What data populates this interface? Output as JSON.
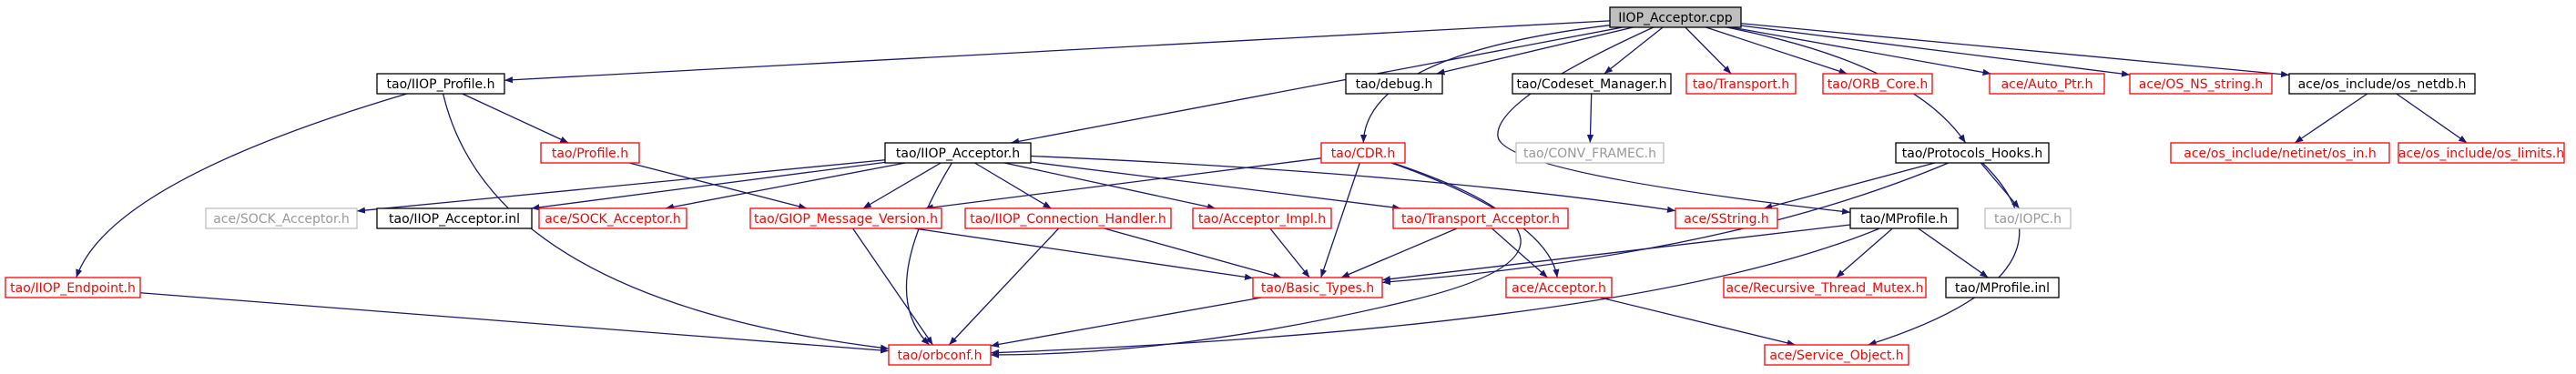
{
  "diagram": {
    "kind": "include-dependency-graph",
    "root": "IIOP_Acceptor.cpp",
    "colors": {
      "edge": "#191970",
      "root_fill": "#bfbfbf",
      "documented_border": "#000000",
      "missing_border": "#ff0000",
      "external_border": "#bfbfbf",
      "missing_text": "#ff0000",
      "external_text": "#999999"
    },
    "nodes": [
      {
        "id": "root",
        "label": "IIOP_Acceptor.cpp",
        "style": "root"
      },
      {
        "id": "iiop_profile_h",
        "label": "tao/IIOP_Profile.h",
        "style": "documented"
      },
      {
        "id": "iiop_acceptor_h",
        "label": "tao/IIOP_Acceptor.h",
        "style": "documented"
      },
      {
        "id": "cdr_h",
        "label": "tao/CDR.h",
        "style": "missing"
      },
      {
        "id": "debug_h",
        "label": "tao/debug.h",
        "style": "documented"
      },
      {
        "id": "codeset_h",
        "label": "tao/Codeset_Manager.h",
        "style": "documented"
      },
      {
        "id": "transport_h",
        "label": "tao/Transport.h",
        "style": "missing"
      },
      {
        "id": "orb_core_h",
        "label": "tao/ORB_Core.h",
        "style": "missing"
      },
      {
        "id": "auto_ptr_h",
        "label": "ace/Auto_Ptr.h",
        "style": "missing"
      },
      {
        "id": "os_ns_string_h",
        "label": "ace/OS_NS_string.h",
        "style": "missing"
      },
      {
        "id": "os_netdb_h",
        "label": "ace/os_include/os_netdb.h",
        "style": "documented"
      },
      {
        "id": "profile_h",
        "label": "tao/Profile.h",
        "style": "missing"
      },
      {
        "id": "conv_framec_h",
        "label": "tao/CONV_FRAMEC.h",
        "style": "external"
      },
      {
        "id": "protocols_hooks_h",
        "label": "tao/Protocols_Hooks.h",
        "style": "documented"
      },
      {
        "id": "netinet_in_h",
        "label": "ace/os_include/netinet/os_in.h",
        "style": "missing"
      },
      {
        "id": "os_limits_h",
        "label": "ace/os_include/os_limits.h",
        "style": "missing"
      },
      {
        "id": "sock_acceptor_ext_h",
        "label": "ace/SOCK_Acceptor.h",
        "style": "external"
      },
      {
        "id": "iiop_acceptor_inl",
        "label": "tao/IIOP_Acceptor.inl",
        "style": "documented"
      },
      {
        "id": "sock_acceptor_h",
        "label": "ace/SOCK_Acceptor.h",
        "style": "missing"
      },
      {
        "id": "giop_msg_ver_h",
        "label": "tao/GIOP_Message_Version.h",
        "style": "missing"
      },
      {
        "id": "iiop_conn_handler_h",
        "label": "tao/IIOP_Connection_Handler.h",
        "style": "missing"
      },
      {
        "id": "acceptor_impl_h",
        "label": "tao/Acceptor_Impl.h",
        "style": "missing"
      },
      {
        "id": "transport_acceptor_h",
        "label": "tao/Transport_Acceptor.h",
        "style": "missing"
      },
      {
        "id": "sstring_h",
        "label": "ace/SString.h",
        "style": "missing"
      },
      {
        "id": "mprofile_h",
        "label": "tao/MProfile.h",
        "style": "documented"
      },
      {
        "id": "iopc_h",
        "label": "tao/IOPC.h",
        "style": "external"
      },
      {
        "id": "iiop_endpoint_h",
        "label": "tao/IIOP_Endpoint.h",
        "style": "missing"
      },
      {
        "id": "basic_types_h",
        "label": "tao/Basic_Types.h",
        "style": "missing"
      },
      {
        "id": "ace_acceptor_h",
        "label": "ace/Acceptor.h",
        "style": "missing"
      },
      {
        "id": "recursive_mutex_h",
        "label": "ace/Recursive_Thread_Mutex.h",
        "style": "missing"
      },
      {
        "id": "mprofile_inl",
        "label": "tao/MProfile.inl",
        "style": "documented"
      },
      {
        "id": "orbconf_h",
        "label": "tao/orbconf.h",
        "style": "missing"
      },
      {
        "id": "service_object_h",
        "label": "ace/Service_Object.h",
        "style": "missing"
      }
    ],
    "edges": [
      [
        "root",
        "iiop_profile_h"
      ],
      [
        "root",
        "iiop_acceptor_h"
      ],
      [
        "root",
        "cdr_h"
      ],
      [
        "root",
        "debug_h"
      ],
      [
        "root",
        "codeset_h"
      ],
      [
        "root",
        "transport_h"
      ],
      [
        "root",
        "orb_core_h"
      ],
      [
        "root",
        "auto_ptr_h"
      ],
      [
        "root",
        "os_ns_string_h"
      ],
      [
        "root",
        "os_netdb_h"
      ],
      [
        "root",
        "protocols_hooks_h"
      ],
      [
        "root",
        "mprofile_h"
      ],
      [
        "iiop_profile_h",
        "profile_h"
      ],
      [
        "iiop_profile_h",
        "iiop_endpoint_h"
      ],
      [
        "iiop_profile_h",
        "orbconf_h"
      ],
      [
        "profile_h",
        "giop_msg_ver_h"
      ],
      [
        "iiop_endpoint_h",
        "orbconf_h"
      ],
      [
        "codeset_h",
        "conv_framec_h"
      ],
      [
        "os_netdb_h",
        "netinet_in_h"
      ],
      [
        "os_netdb_h",
        "os_limits_h"
      ],
      [
        "iiop_acceptor_h",
        "sock_acceptor_ext_h"
      ],
      [
        "iiop_acceptor_h",
        "iiop_acceptor_inl"
      ],
      [
        "iiop_acceptor_h",
        "sock_acceptor_h"
      ],
      [
        "iiop_acceptor_h",
        "giop_msg_ver_h"
      ],
      [
        "iiop_acceptor_h",
        "iiop_conn_handler_h"
      ],
      [
        "iiop_acceptor_h",
        "acceptor_impl_h"
      ],
      [
        "iiop_acceptor_h",
        "transport_acceptor_h"
      ],
      [
        "iiop_acceptor_h",
        "sstring_h"
      ],
      [
        "iiop_acceptor_h",
        "orbconf_h"
      ],
      [
        "cdr_h",
        "giop_msg_ver_h"
      ],
      [
        "cdr_h",
        "basic_types_h"
      ],
      [
        "cdr_h",
        "ace_acceptor_h"
      ],
      [
        "cdr_h",
        "orbconf_h"
      ],
      [
        "giop_msg_ver_h",
        "basic_types_h"
      ],
      [
        "giop_msg_ver_h",
        "orbconf_h"
      ],
      [
        "iiop_conn_handler_h",
        "basic_types_h"
      ],
      [
        "iiop_conn_handler_h",
        "orbconf_h"
      ],
      [
        "acceptor_impl_h",
        "basic_types_h"
      ],
      [
        "transport_acceptor_h",
        "basic_types_h"
      ],
      [
        "transport_acceptor_h",
        "ace_acceptor_h"
      ],
      [
        "protocols_hooks_h",
        "sstring_h"
      ],
      [
        "protocols_hooks_h",
        "iopc_h"
      ],
      [
        "protocols_hooks_h",
        "basic_types_h"
      ],
      [
        "protocols_hooks_h",
        "service_object_h"
      ],
      [
        "mprofile_h",
        "basic_types_h"
      ],
      [
        "mprofile_h",
        "recursive_mutex_h"
      ],
      [
        "mprofile_h",
        "mprofile_inl"
      ],
      [
        "mprofile_h",
        "orbconf_h"
      ],
      [
        "basic_types_h",
        "orbconf_h"
      ],
      [
        "ace_acceptor_h",
        "service_object_h"
      ]
    ]
  }
}
